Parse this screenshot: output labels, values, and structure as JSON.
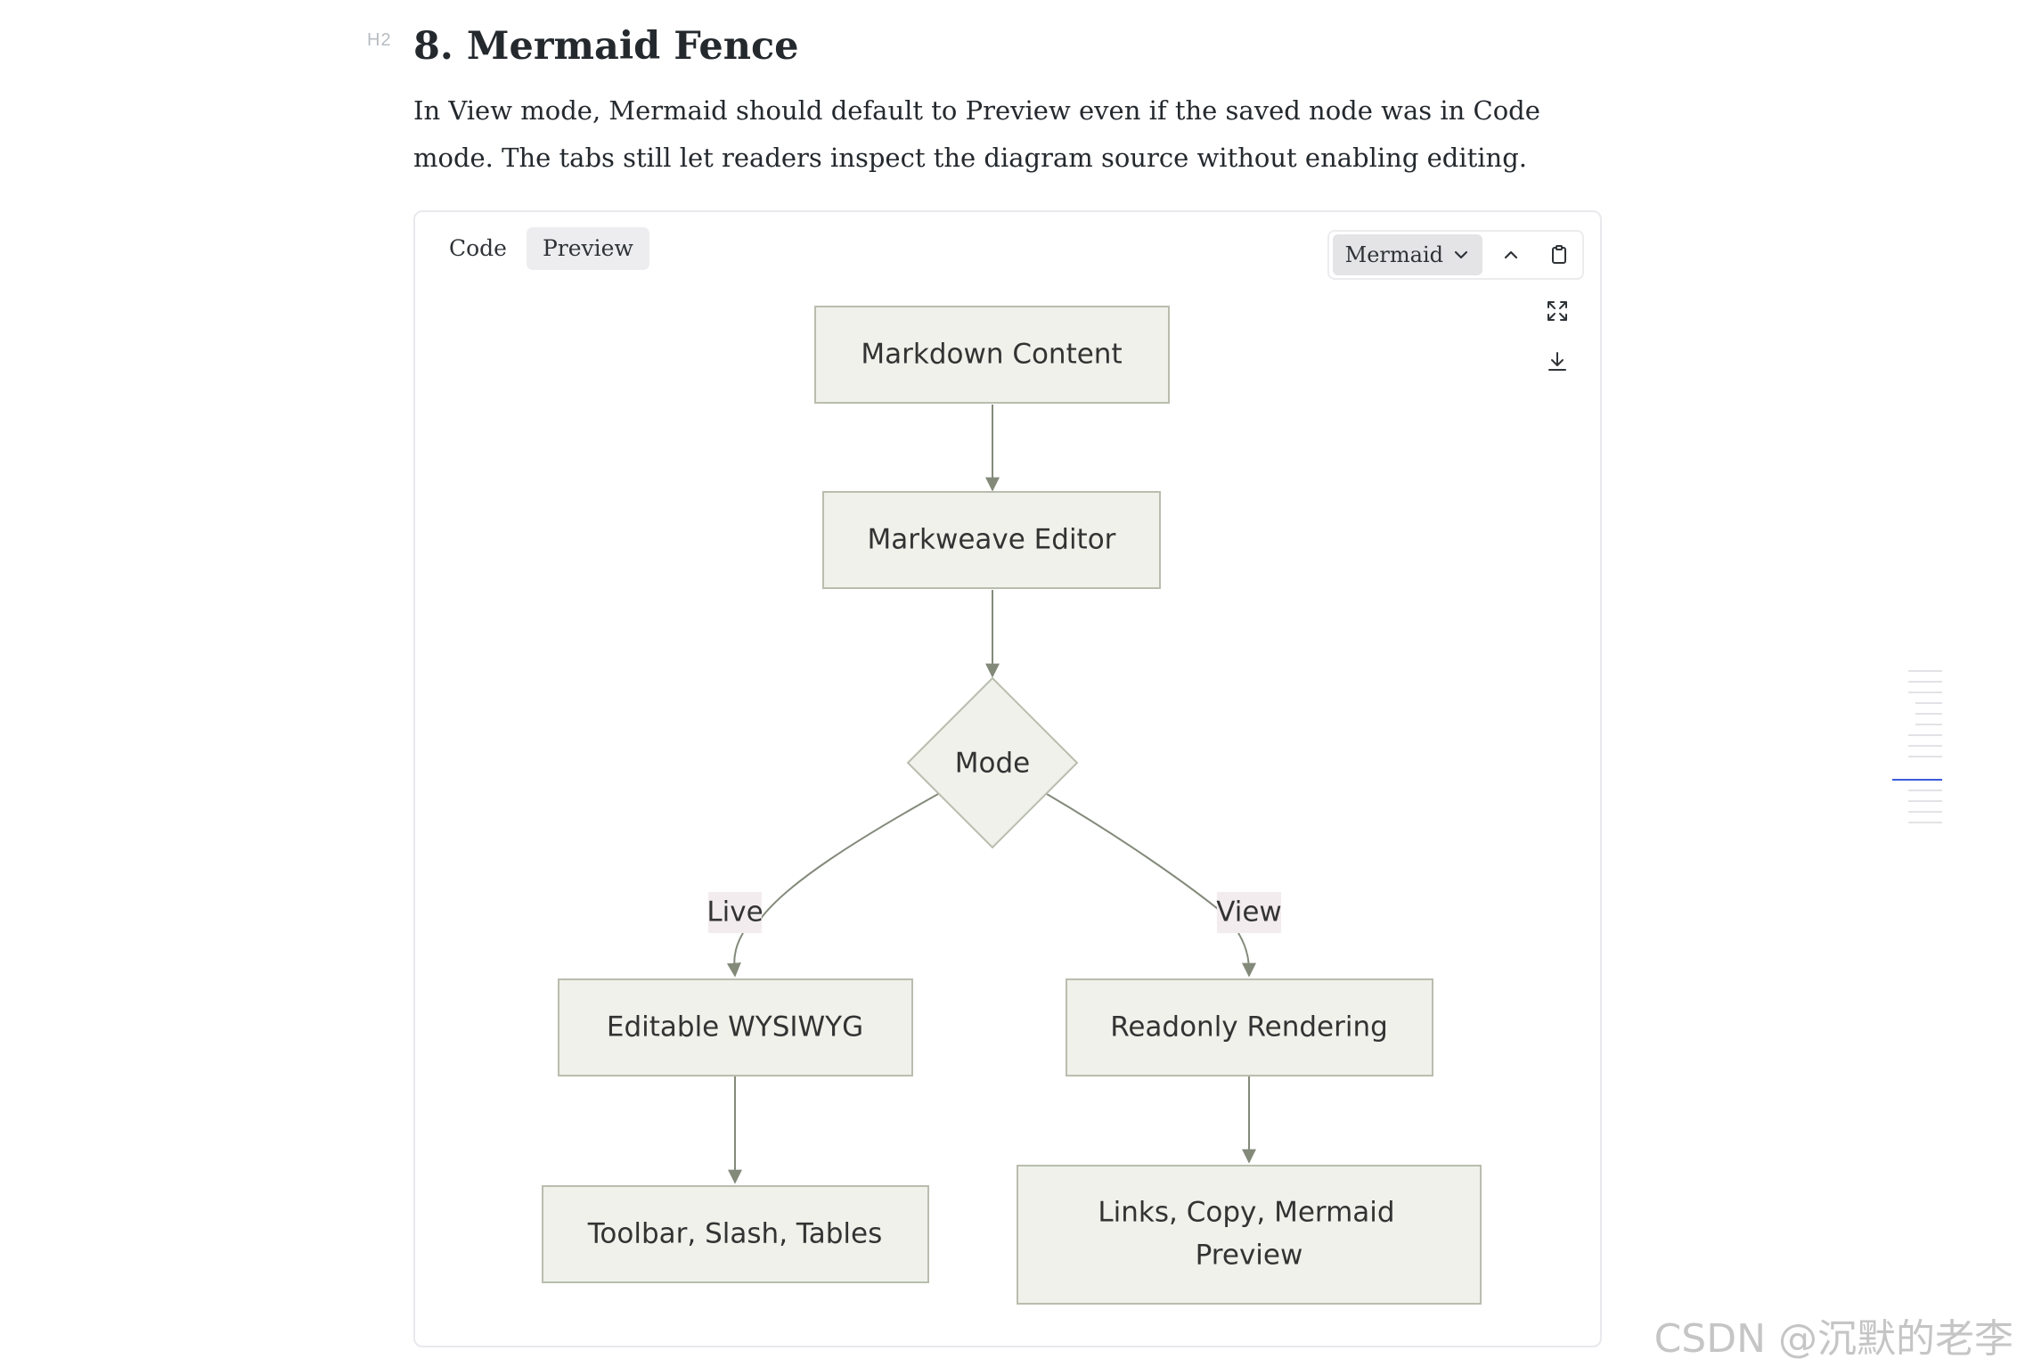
{
  "heading": {
    "level_badge": "H2",
    "title": "8. Mermaid Fence"
  },
  "paragraph": "In View mode, Mermaid should default to Preview even if the saved node was in Code mode. The tabs still let readers inspect the diagram source without enabling editing.",
  "fence": {
    "tabs": [
      {
        "label": "Code",
        "active": false
      },
      {
        "label": "Preview",
        "active": true
      }
    ],
    "language_select": "Mermaid",
    "icons": {
      "language_dropdown": "chevron-down-icon",
      "collapse": "chevron-up-icon",
      "copy": "clipboard-icon",
      "fullscreen": "expand-icon",
      "download": "download-icon"
    }
  },
  "diagram": {
    "colors": {
      "node_fill": "#eff1ea",
      "node_stroke": "#b9bdae",
      "edge": "#838a7a",
      "edge_label_bg": "#f3ecef"
    },
    "nodes": {
      "markdown": "Markdown Content",
      "editor": "Markweave Editor",
      "mode": "Mode",
      "editable": "Editable WYSIWYG",
      "readonly": "Readonly Rendering",
      "toolbar": "Toolbar, Slash, Tables",
      "links_line1": "Links, Copy, Mermaid",
      "links_line2": "Preview"
    },
    "edge_labels": {
      "live": "Live",
      "view": "View"
    }
  },
  "minimap": {
    "current_index": 9
  },
  "watermark": "CSDN @沉默的老李"
}
